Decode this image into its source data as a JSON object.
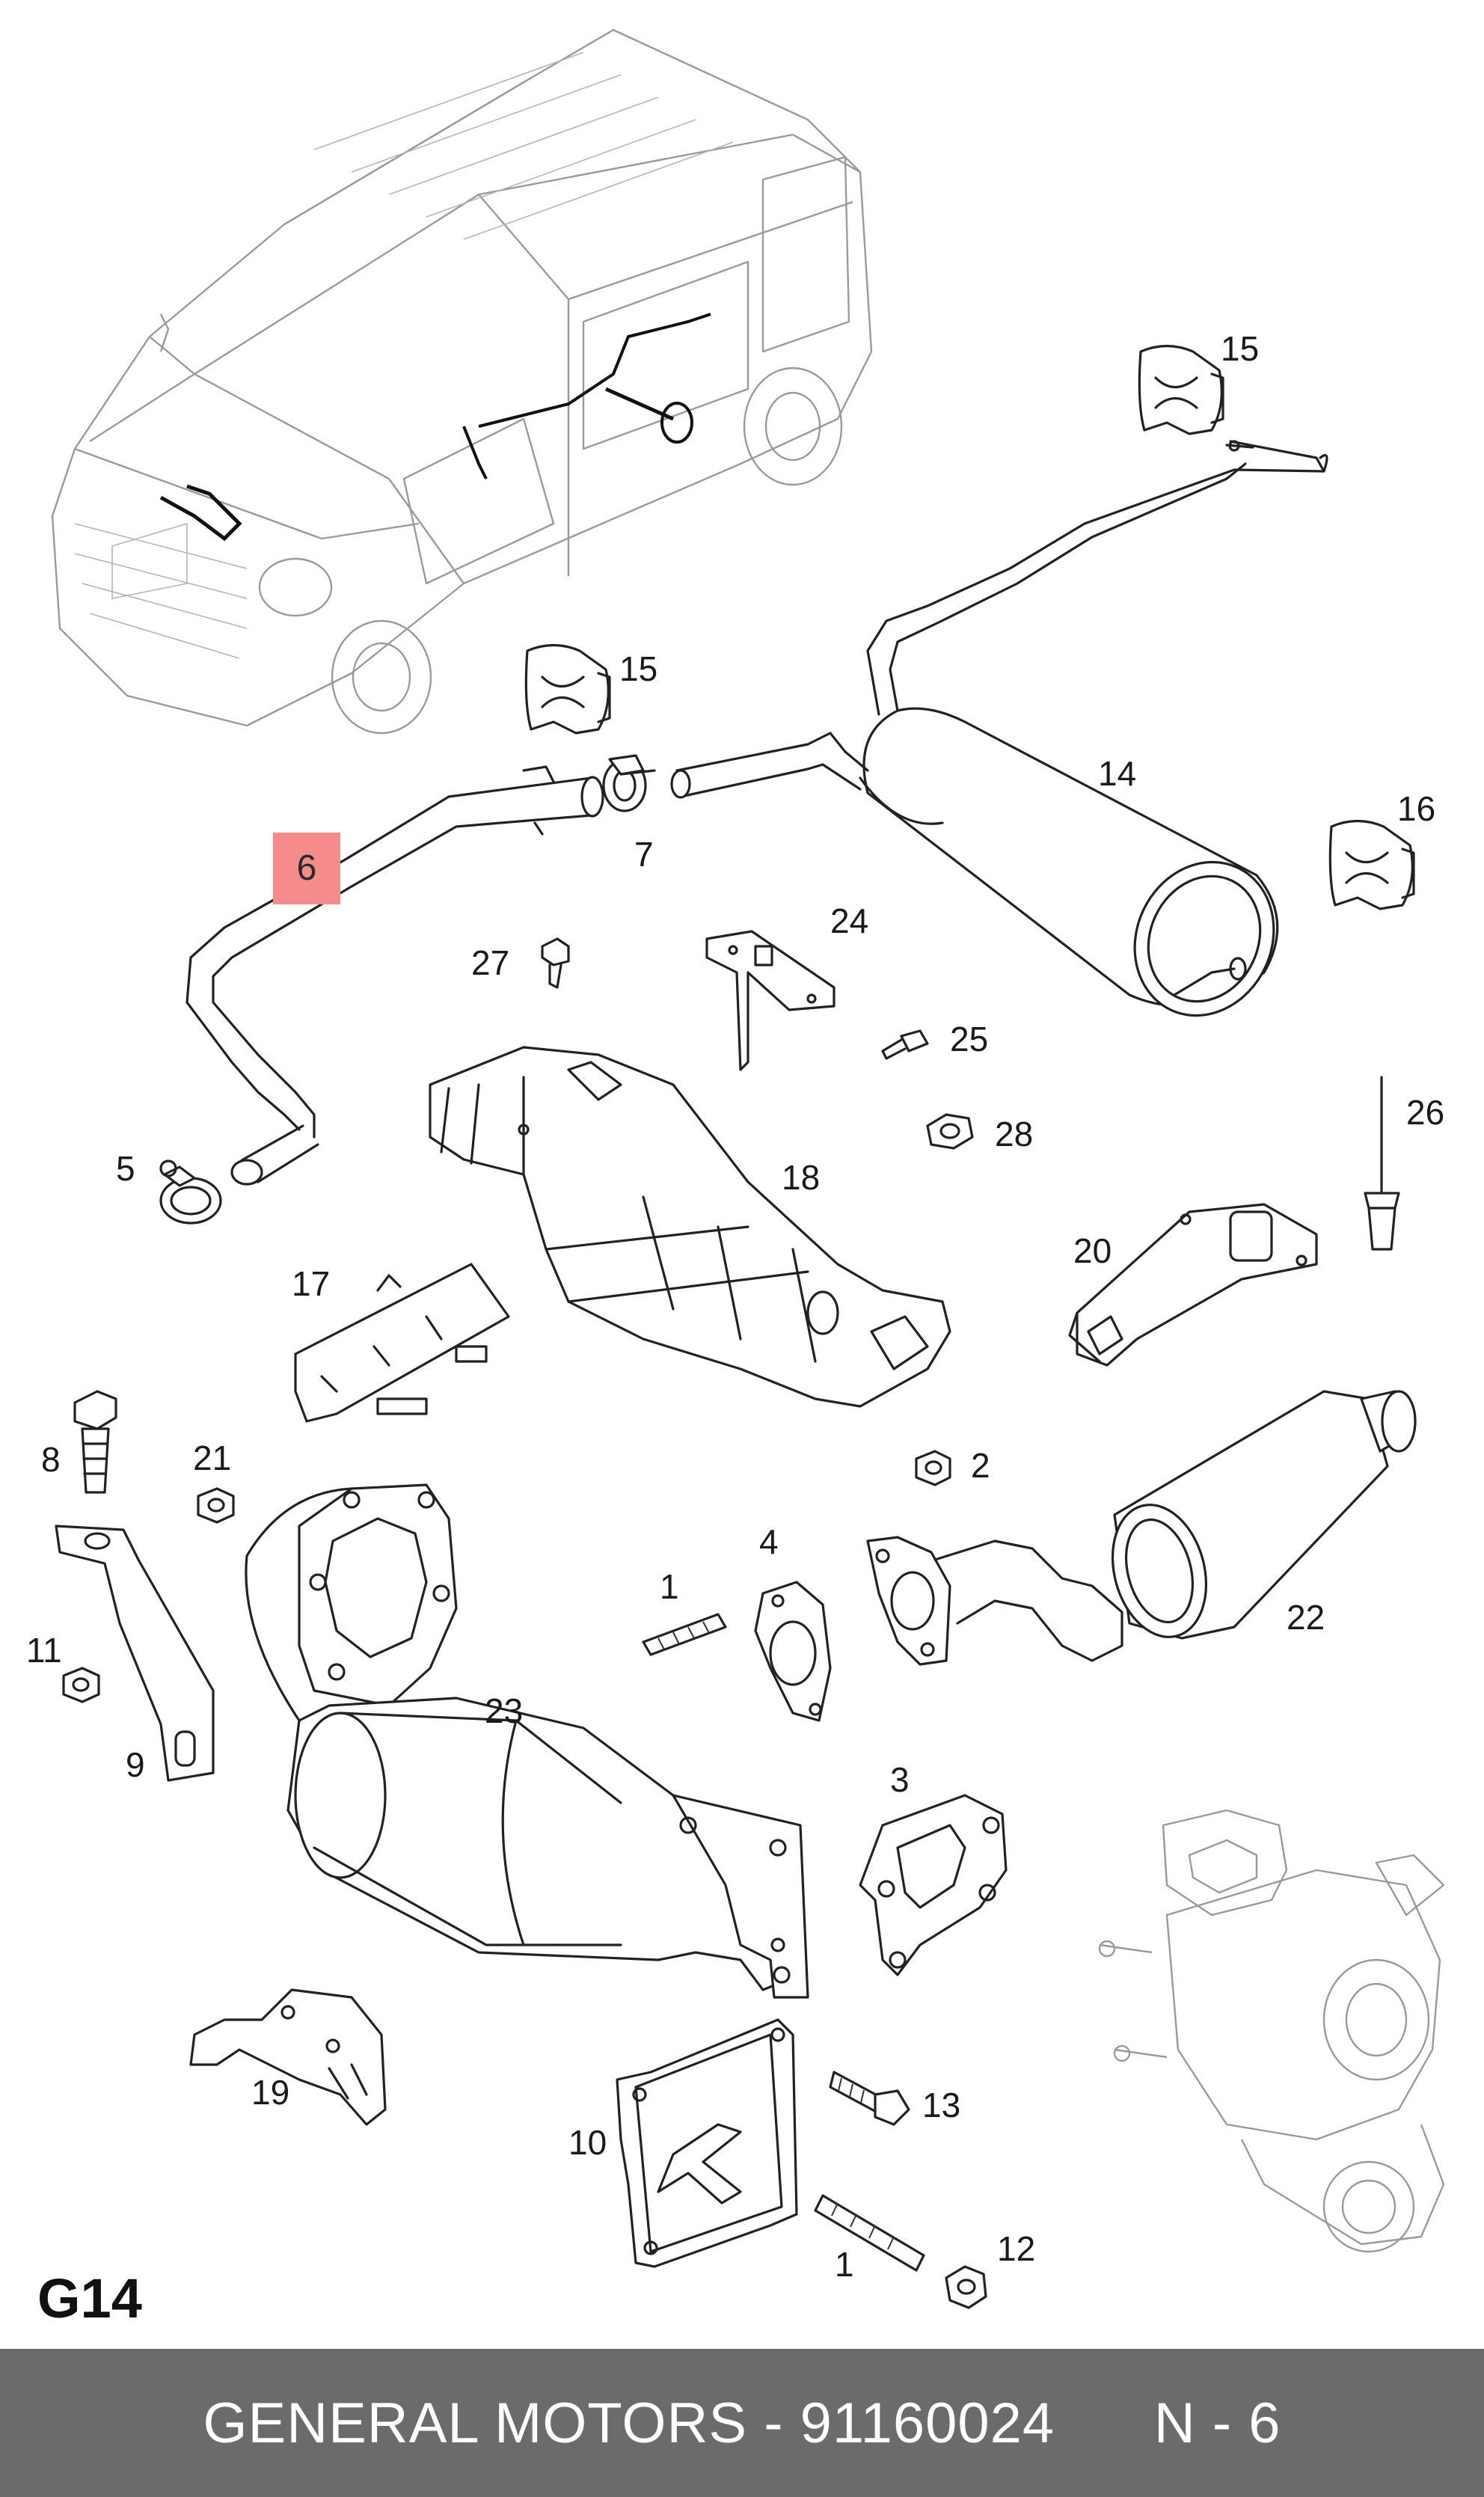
{
  "page_code": "G14",
  "highlighted_part": "6",
  "footer": {
    "brand": "GENERAL MOTORS",
    "separator": " - ",
    "part_number": "91160024",
    "position_label": "N - 6"
  },
  "callouts": {
    "c1a": "1",
    "c1b": "1",
    "c2": "2",
    "c3": "3",
    "c4": "4",
    "c5": "5",
    "c7": "7",
    "c8": "8",
    "c9": "9",
    "c10": "10",
    "c11": "11",
    "c12": "12",
    "c13": "13",
    "c14": "14",
    "c15a": "15",
    "c15b": "15",
    "c16": "16",
    "c17": "17",
    "c18": "18",
    "c19": "19",
    "c20": "20",
    "c21": "21",
    "c22": "22",
    "c23": "23",
    "c24": "24",
    "c25": "25",
    "c26": "26",
    "c27": "27",
    "c28": "28"
  },
  "colors": {
    "highlight": "#f58c8c",
    "footer_bg": "#6b6b6b",
    "line": "#222222"
  }
}
